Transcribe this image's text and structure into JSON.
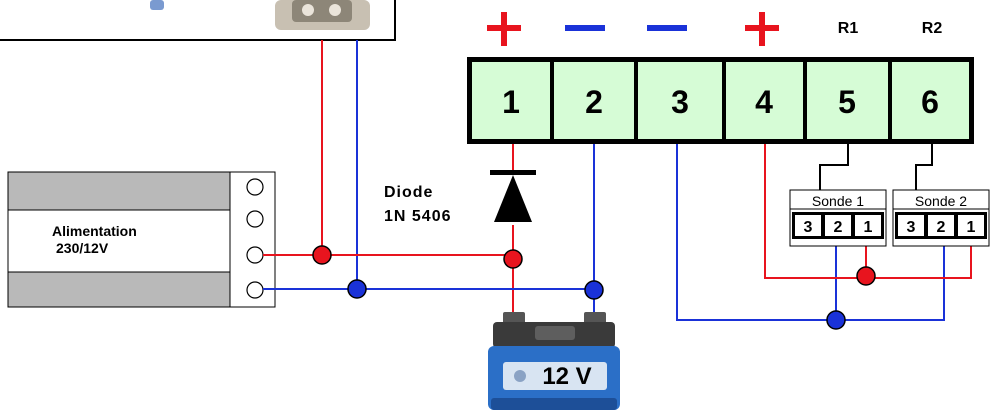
{
  "polarity": {
    "t1": "+",
    "t2": "—",
    "t3": "—",
    "t4": "+"
  },
  "relay_labels": {
    "r1": "R1",
    "r2": "R2"
  },
  "terminals": [
    "1",
    "2",
    "3",
    "4",
    "5",
    "6"
  ],
  "power_supply": {
    "line1": "Alimentation",
    "line2": "230/12V"
  },
  "diode": {
    "line1": "Diode",
    "line2": "1N  5406"
  },
  "battery": {
    "label": "12 V"
  },
  "sensors": [
    {
      "name": "Sonde  1",
      "pins": [
        "3",
        "2",
        "1"
      ]
    },
    {
      "name": "Sonde  2",
      "pins": [
        "3",
        "2",
        "1"
      ]
    }
  ],
  "colors": {
    "positive_wire": "#e8141e",
    "negative_wire": "#1a32d8",
    "terminal_fill": "#d6fcd6",
    "battery_body": "#2b6fc7",
    "supply_gray": "#b9b9b9"
  },
  "icons": [
    "diode-symbol-icon",
    "battery-icon",
    "terminal-screw-icon"
  ]
}
